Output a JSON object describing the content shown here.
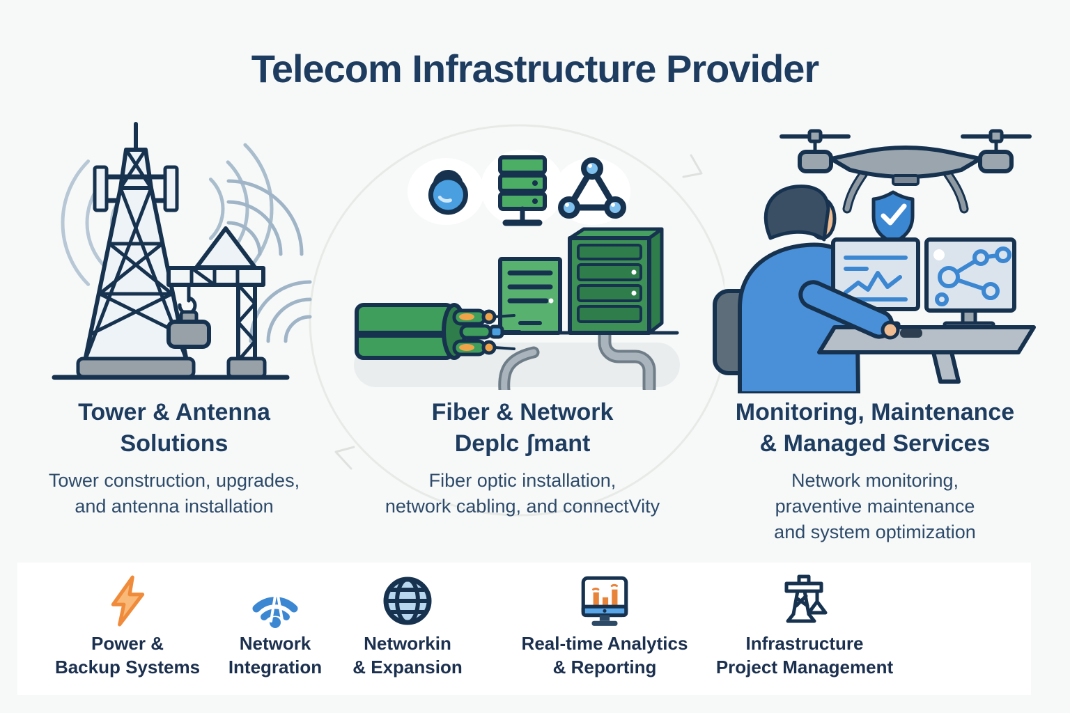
{
  "title": "Telecom Infrastructure Provider",
  "sections": [
    {
      "id": "tower",
      "heading": [
        "Tower & Antenna",
        "Solutions"
      ],
      "desc": [
        "Tower construction, upgrades,",
        "and antenna installation"
      ]
    },
    {
      "id": "fiber",
      "heading": [
        "Fiber & Network",
        "Deplc ʃmant"
      ],
      "desc": [
        "Fiber optic installation,",
        "network cabling, and connectVity"
      ]
    },
    {
      "id": "monitoring",
      "heading": [
        "Monitoring, Maintenance",
        "& Managed Services"
      ],
      "desc": [
        "Network monitoring,",
        "praventive maintenance",
        "and system optimization"
      ]
    }
  ],
  "footer": {
    "items": [
      {
        "icon": "lightning-bolt-icon",
        "label": [
          "Power &",
          "Backup Systems"
        ]
      },
      {
        "icon": "wifi-antenna-icon",
        "label": [
          "Network",
          "Integration"
        ]
      },
      {
        "icon": "globe-icon",
        "label": [
          "Networkin",
          "& Expansion"
        ]
      },
      {
        "icon": "analytics-monitor-icon",
        "label": [
          "Real-time Analytics",
          "& Reporting"
        ]
      },
      {
        "icon": "crane-icon",
        "label": [
          "Infrastructure",
          "Project Management"
        ]
      }
    ]
  },
  "colors": {
    "navy_outline": "#16324f",
    "heading_text": "#1d3c5f",
    "body_text": "#2d4a6a",
    "green": "#4cae65",
    "green_dark": "#3e9156",
    "green_deep": "#2e7d4a",
    "blue": "#3c87d2",
    "light_blue": "#7fc0ee",
    "orange": "#f0964a",
    "gray": "#9aa5ad",
    "background": "#f7f9f8",
    "card": "#ffffff",
    "wave": "#b3c5d4"
  }
}
